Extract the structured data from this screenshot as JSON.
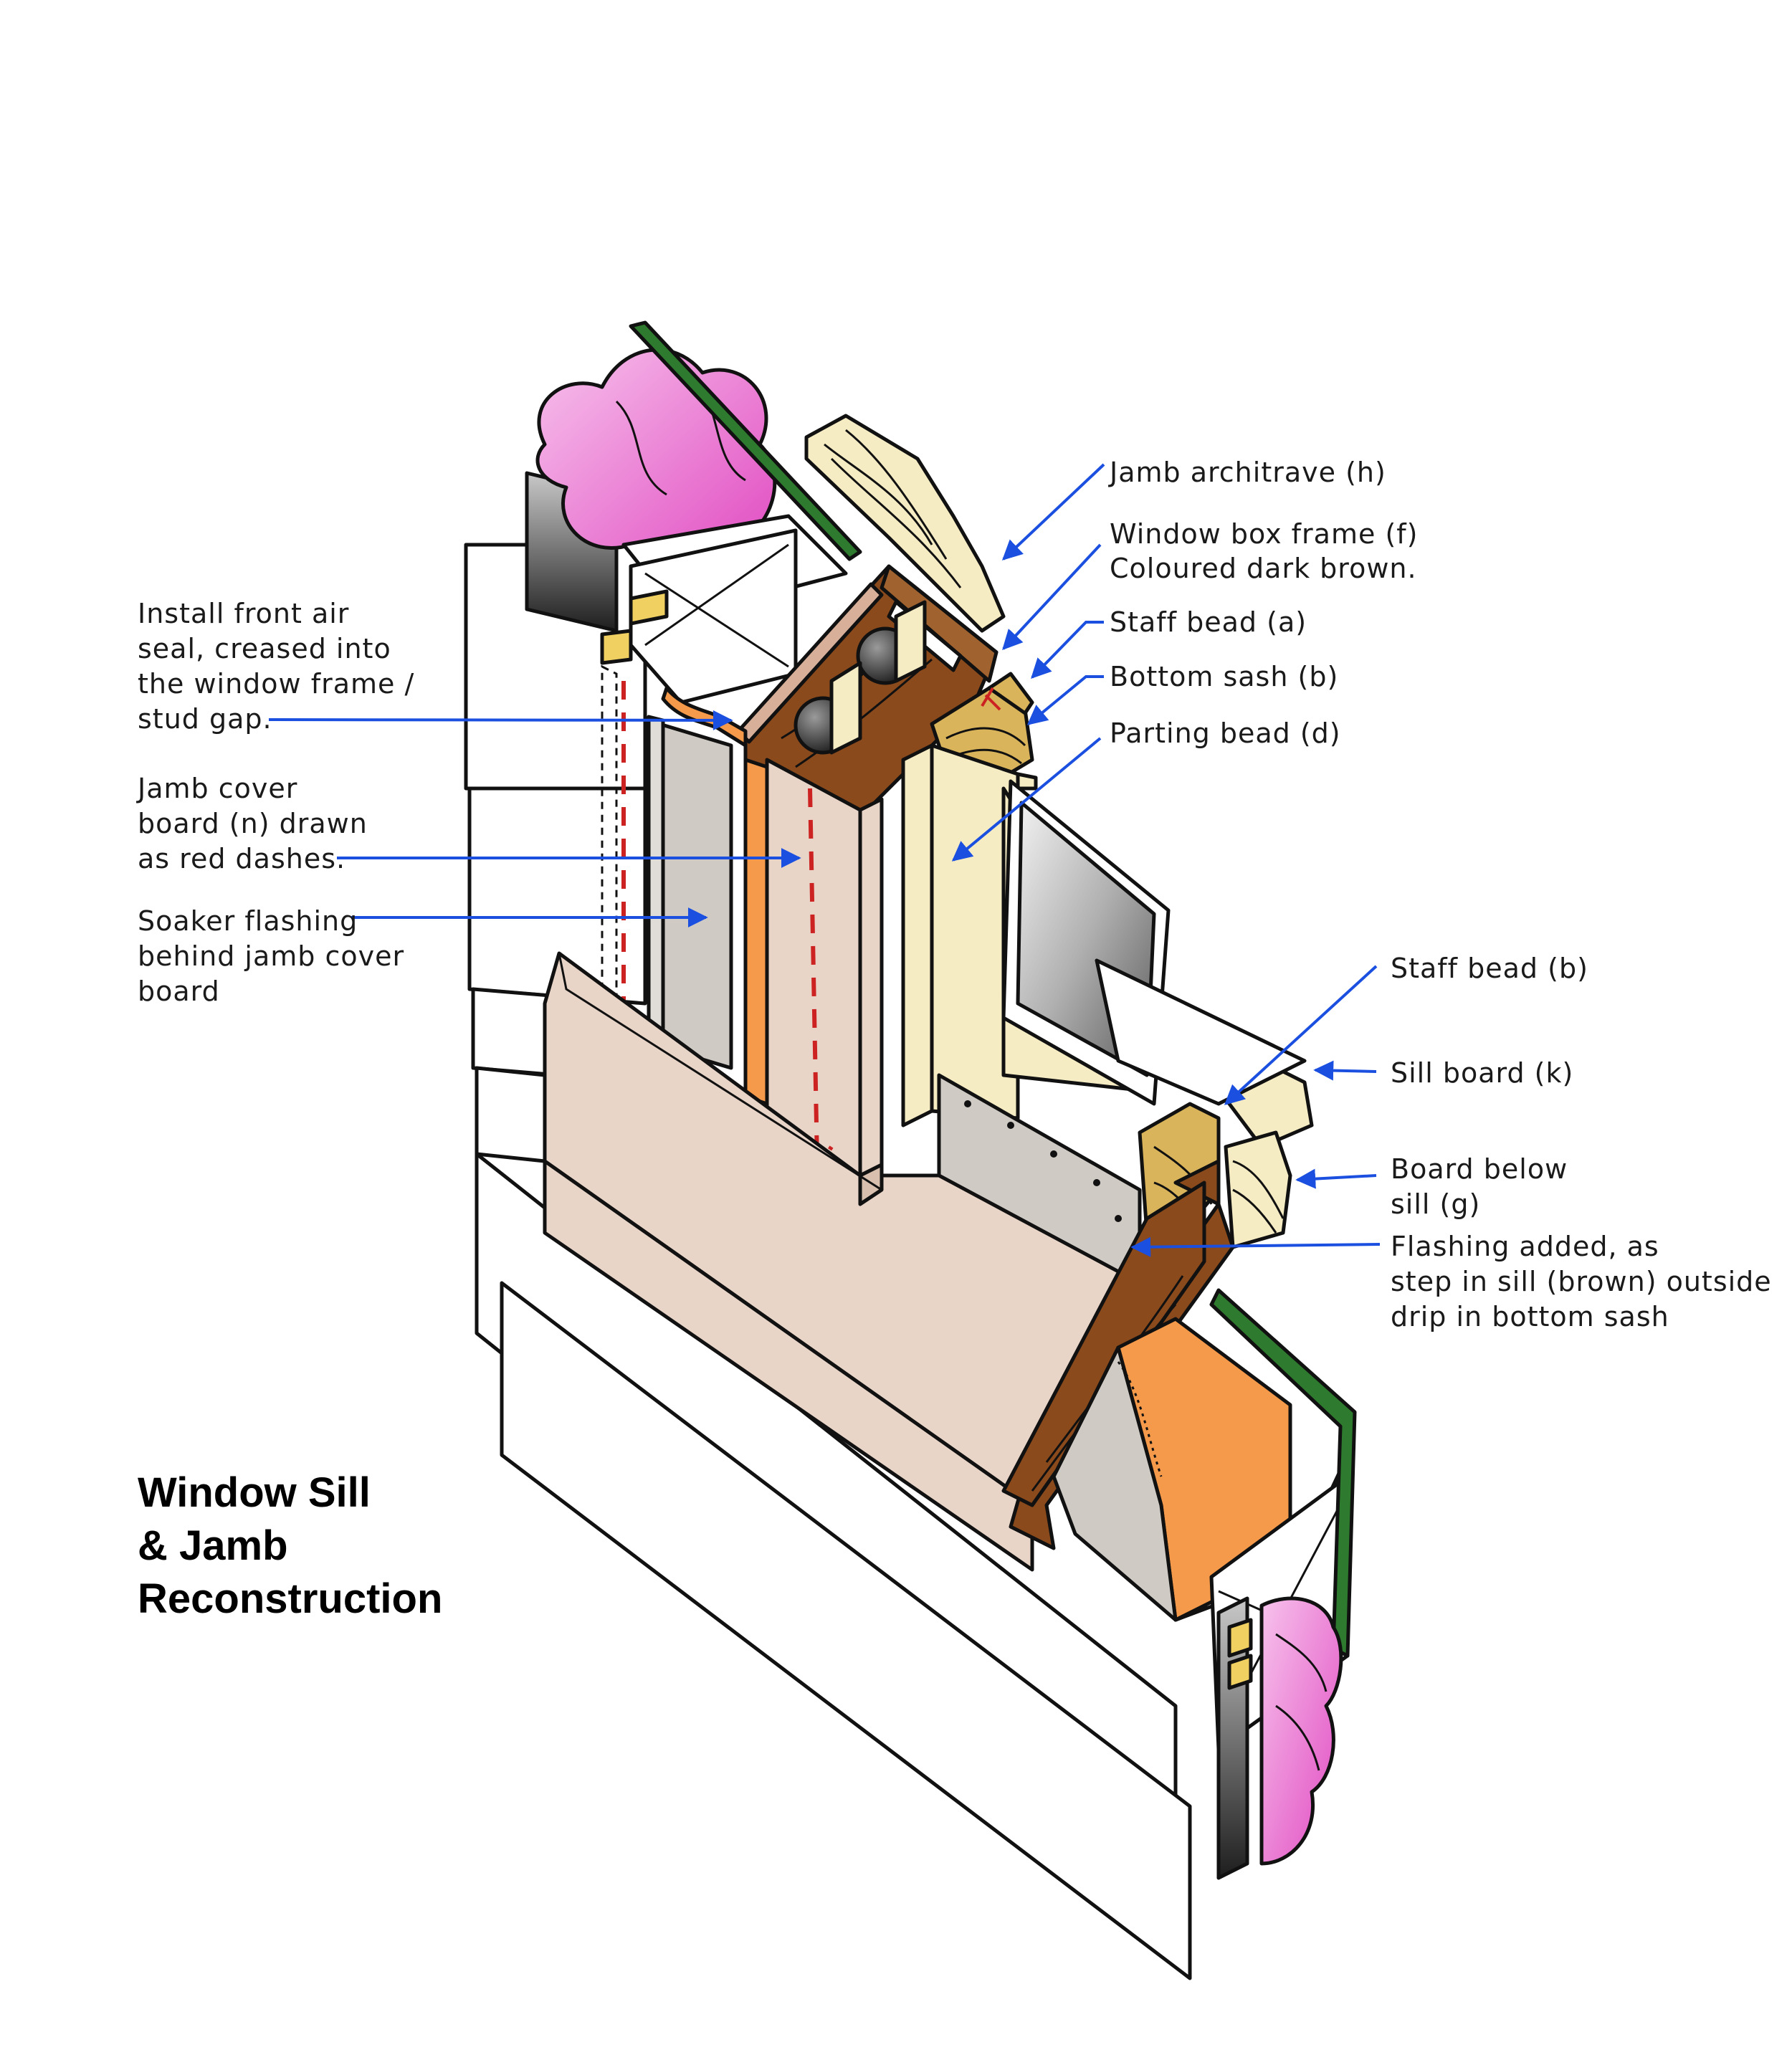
{
  "title": {
    "lines": [
      "Window Sill",
      "& Jamb",
      "Reconstruction"
    ]
  },
  "labels": {
    "jamb_architrave": [
      "Jamb architrave (h)"
    ],
    "window_box_frame": [
      "Window box frame (f)",
      "Coloured dark brown."
    ],
    "staff_bead_a": [
      "Staff bead (a)"
    ],
    "bottom_sash": [
      "Bottom sash (b)"
    ],
    "parting_bead": [
      "Parting bead (d)"
    ],
    "front_air_seal": [
      "Install front air",
      "seal, creased into",
      "the window frame /",
      "stud gap."
    ],
    "jamb_cover_board": [
      "Jamb cover",
      "board (n) drawn",
      "as red dashes."
    ],
    "soaker_flashing": [
      "Soaker flashing",
      "behind jamb cover",
      "board"
    ],
    "staff_bead_b": [
      "Staff bead (b)"
    ],
    "sill_board": [
      "Sill board (k)"
    ],
    "board_below_sill": [
      "Board below",
      "sill (g)"
    ],
    "flashing_added": [
      "Flashing added, as",
      "step in sill (brown) outside",
      "drip in bottom sash"
    ]
  },
  "colors": {
    "leader_blue": "#1a4fe0",
    "frame_brown": "#8b4a1c",
    "sill_pink": "#e8d5c8",
    "bead_cream": "#f5ecc4",
    "sash_gold": "#d9b45a",
    "insulation_pink": "#e86cc8",
    "flashing_grey": "#cfcac4",
    "seal_orange": "#f59a4a",
    "cover_red": "#cc2222",
    "membrane_green": "#2e7a2e",
    "glass_grey": "#9a9a9a"
  }
}
